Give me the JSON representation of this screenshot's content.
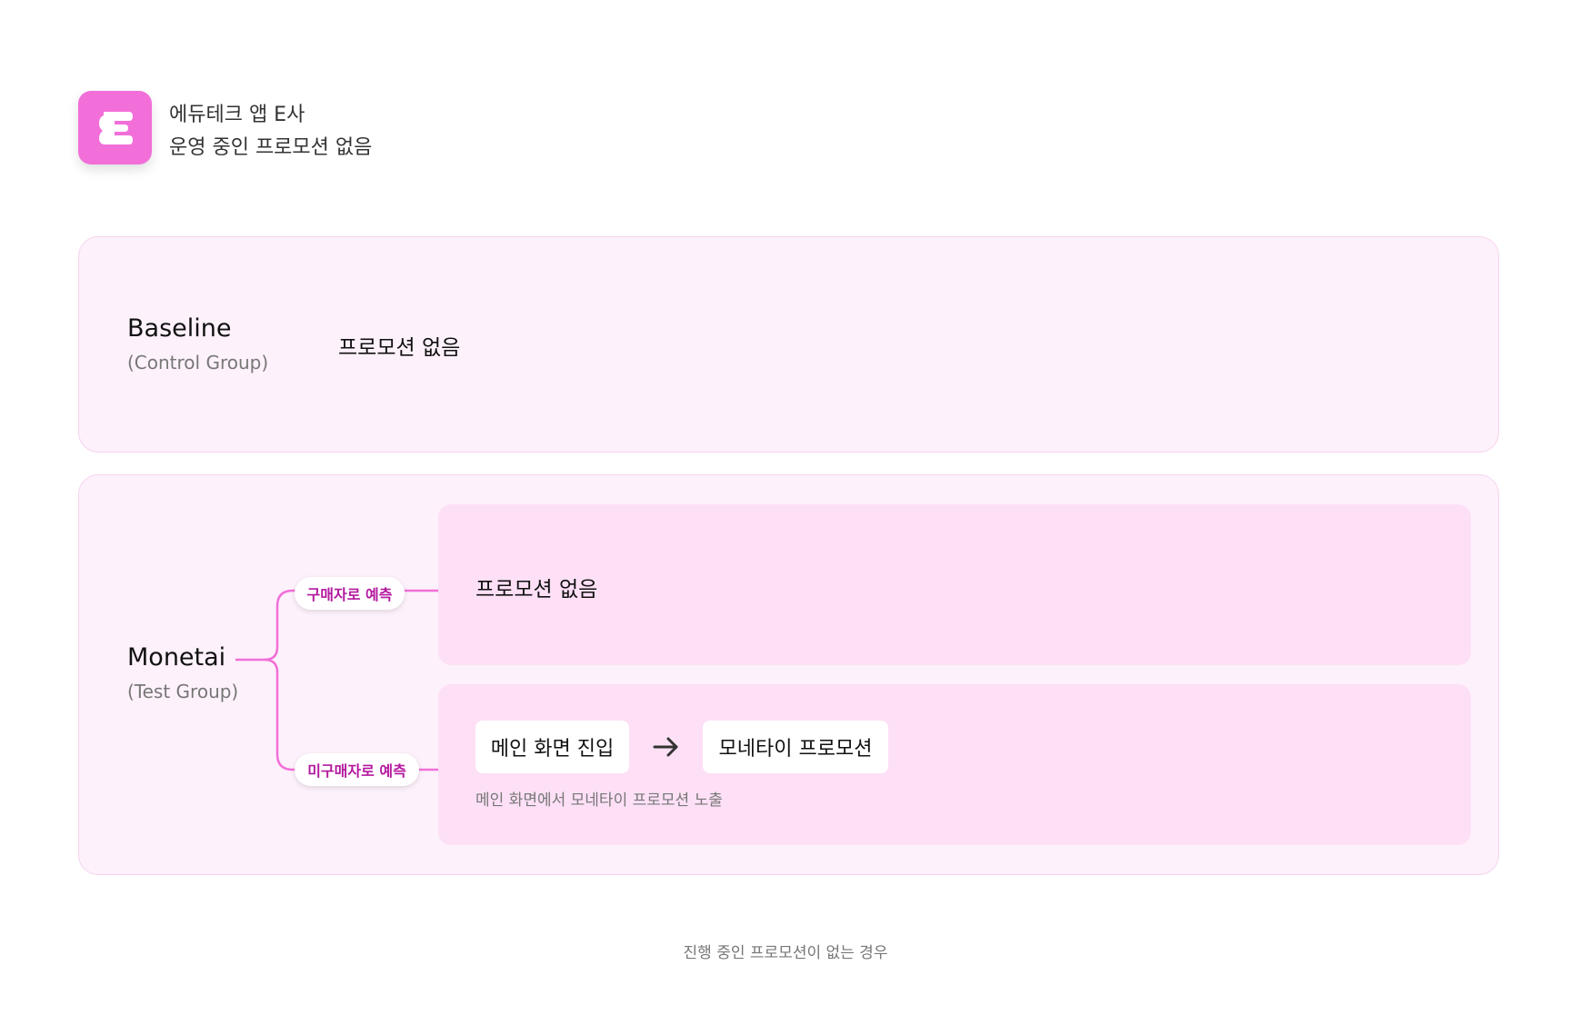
{
  "header": {
    "title": "에듀테크 앱 E사",
    "subtitle": "운영 중인 프로모션 없음",
    "icon_letter": "E",
    "brand_color": "#f26fd9"
  },
  "baseline": {
    "name": "Baseline",
    "sub": "(Control Group)",
    "result": "프로모션 없음"
  },
  "monetai": {
    "name": "Monetai",
    "sub": "(Test Group)",
    "branch_buyer_label": "구매자로 예측",
    "branch_nonbuyer_label": "미구매자로 예측",
    "buyer_result": "프로모션 없음",
    "flow_step_1": "메인 화면 진입",
    "flow_step_2": "모네타이 프로모션",
    "flow_caption": "메인 화면에서 모네타이 프로모션 노출"
  },
  "footer": {
    "caption": "진행 중인 프로모션이 없는 경우"
  },
  "colors": {
    "panel_bg": "#fdf1fb",
    "result_bg": "#fde0f6",
    "connector": "#f26fd9",
    "pill_text": "#b3189e"
  }
}
